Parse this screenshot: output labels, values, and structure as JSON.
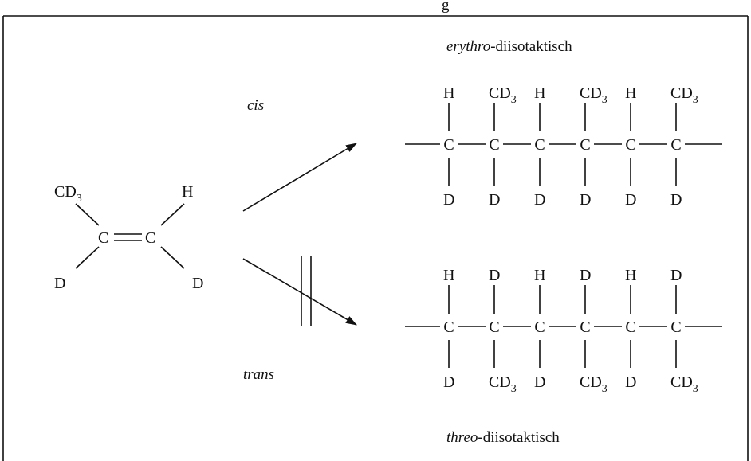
{
  "header": {
    "fragment": "g"
  },
  "monomer": {
    "top_left": "CD",
    "top_left_sub": "3",
    "top_right": "H",
    "bottom_left": "D",
    "bottom_right": "D",
    "center_left": "C",
    "center_right": "C"
  },
  "pathways": {
    "cis_label": "cis",
    "trans_label": "trans"
  },
  "erythro": {
    "title_prefix": "erythro",
    "title_suffix": "-diisotaktisch",
    "top": [
      "H",
      "CD|3",
      "H",
      "CD|3",
      "H",
      "CD|3"
    ],
    "backbone": [
      "C",
      "C",
      "C",
      "C",
      "C",
      "C"
    ],
    "bottom": [
      "D",
      "D",
      "D",
      "D",
      "D",
      "D"
    ]
  },
  "threo": {
    "title_prefix": "threo",
    "title_suffix": "-diisotaktisch",
    "top": [
      "H",
      "D",
      "H",
      "D",
      "H",
      "D"
    ],
    "backbone": [
      "C",
      "C",
      "C",
      "C",
      "C",
      "C"
    ],
    "bottom": [
      "D",
      "CD|3",
      "D",
      "CD|3",
      "D",
      "CD|3"
    ]
  }
}
